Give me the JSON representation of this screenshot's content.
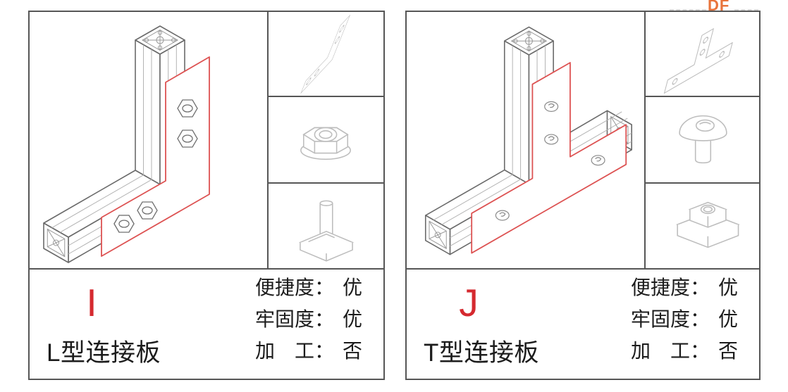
{
  "watermark": {
    "text": "DF"
  },
  "panels": [
    {
      "letter": "I",
      "name": "L型连接板",
      "ratings": [
        {
          "label": "便捷度：",
          "value": "优"
        },
        {
          "label": "牢固度：",
          "value": "优"
        },
        {
          "label": "加　工：",
          "value": "否"
        }
      ],
      "main_illustration": "l-joint-profiles-with-l-plate",
      "part_icons": [
        "l-bracket-plate-icon",
        "flange-nut-icon",
        "t-bolt-icon"
      ]
    },
    {
      "letter": "J",
      "name": "T型连接板",
      "ratings": [
        {
          "label": "便捷度：",
          "value": "优"
        },
        {
          "label": "牢固度：",
          "value": "优"
        },
        {
          "label": "加　工：",
          "value": "否"
        }
      ],
      "main_illustration": "t-joint-profiles-with-t-plate",
      "part_icons": [
        "t-bracket-plate-icon",
        "button-head-screw-icon",
        "t-slot-nut-icon"
      ]
    }
  ],
  "colors": {
    "plate_outline_red": "#dd5252",
    "letter_red": "#d5292f",
    "watermark_orange": "#e8743c",
    "border_gray": "#565656",
    "icon_line_gray": "#bdbdbd"
  }
}
